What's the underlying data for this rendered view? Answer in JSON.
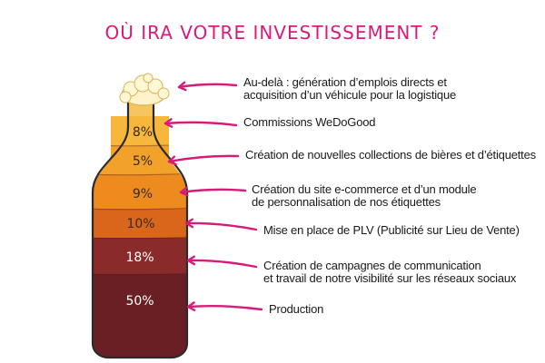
{
  "title": "OÙ IRA VOTRE INVESTISSEMENT ?",
  "colors": {
    "accent": "#d81b7a",
    "outline": "#2b2b2b",
    "foam": "#fff3c9"
  },
  "segments": [
    {
      "percent": "8%",
      "color": "#f6b73c",
      "text_dark": true,
      "description": "Commissions WeDoGood"
    },
    {
      "percent": "5%",
      "color": "#f2a12a",
      "text_dark": true,
      "description": "Création de nouvelles collections de bières et d’étiquettes"
    },
    {
      "percent": "9%",
      "color": "#ed8b1e",
      "text_dark": true,
      "description": "Création du site e-commerce et d’un module\nde personnalisation de nos étiquettes"
    },
    {
      "percent": "10%",
      "color": "#d9661a",
      "text_dark": true,
      "description": "Mise en place de PLV (Publicité sur Lieu de Vente)"
    },
    {
      "percent": "18%",
      "color": "#8b2a2a",
      "text_dark": false,
      "description": "Création de campagnes de communication\net travail de notre visibilité sur les réseaux sociaux"
    },
    {
      "percent": "50%",
      "color": "#6a1f24",
      "text_dark": false,
      "description": "Production"
    }
  ],
  "beyond": {
    "description": "Au-delà : génération d’emplois directs et\nacquisition d’un véhicule pour la logistique"
  }
}
